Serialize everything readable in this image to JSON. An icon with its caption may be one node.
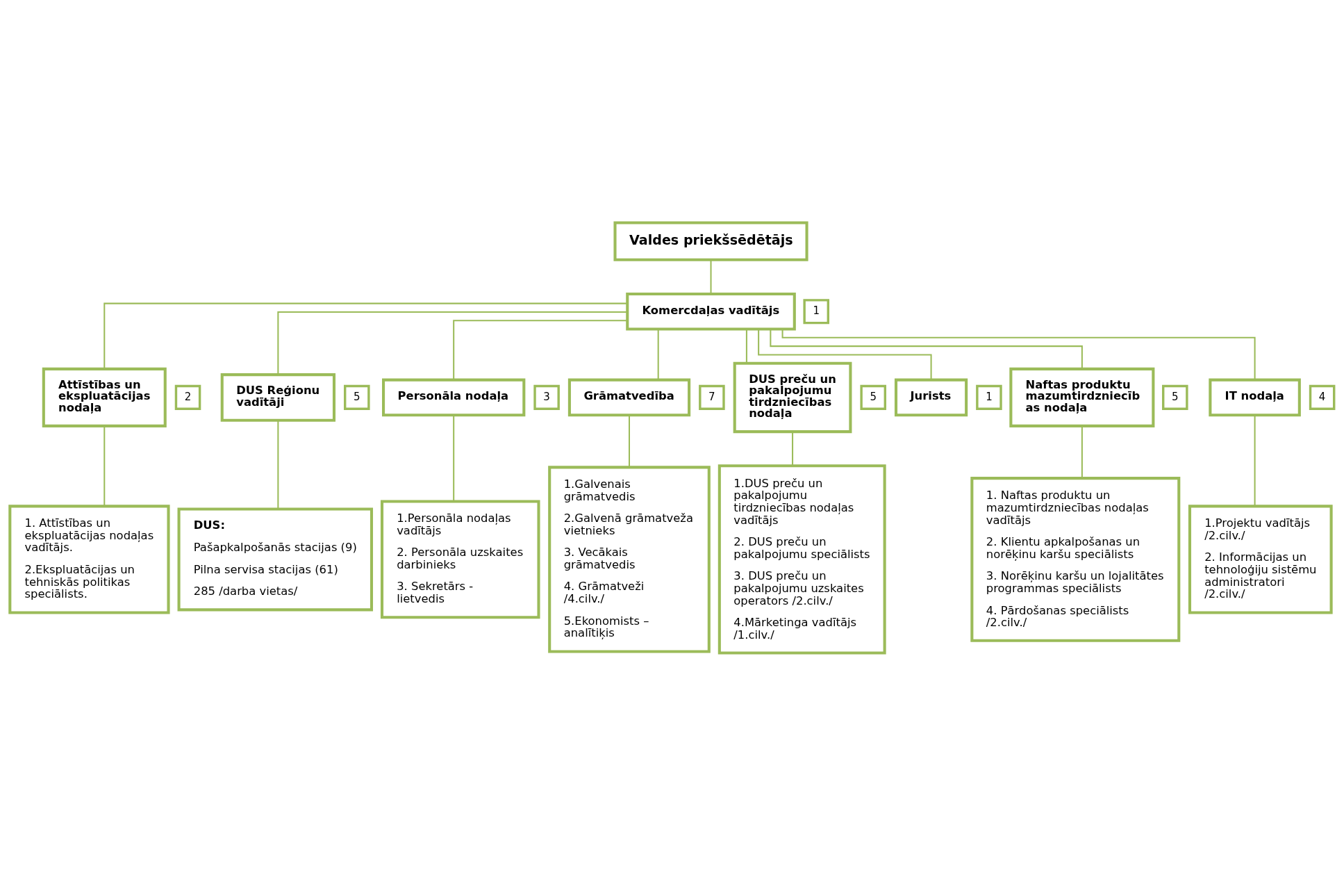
{
  "diagram": {
    "nodes": [
      {
        "text": [
          "Valdes priekšsēdētājs"
        ]
      },
      {
        "text": [
          "Komercdaļas vadītājs"
        ],
        "beside": [
          "1"
        ]
      },
      {
        "text": [
          "Attīstības un ekspluatācijas nodaļa"
        ],
        "beside": [
          "2"
        ]
      },
      {
        "text": [
          "DUS Reģionu vadītāji"
        ],
        "beside": [
          "5"
        ]
      },
      {
        "text": [
          "Personāla nodaļa"
        ],
        "beside": [
          "3"
        ]
      },
      {
        "text": [
          "Grāmatvedība"
        ],
        "beside": [
          "7"
        ]
      },
      {
        "text": [
          "DUS preču un pakalpojumu tirdzniecības nodaļa"
        ],
        "beside": [
          "5"
        ]
      },
      {
        "text": [
          "Jurists"
        ],
        "beside": [
          "1"
        ]
      },
      {
        "text": [
          "Naftas produktu mazumtirdzniecības nodaļa"
        ],
        "beside": [
          "5"
        ]
      },
      {
        "text": [
          "IT nodaļa"
        ],
        "beside": [
          "4"
        ]
      },
      {
        "text": [
          "1. Attīstības un ekspluatācijas nodaļas vadītājs.",
          "2.Ekspluatācijas un tehniskās politikas speciālists."
        ]
      },
      {
        "text": [
          "DUS:",
          "Pašapkalpošanās stacijas (9)",
          "Pilna servisa stacijas (61)",
          "285 /darba vietas/"
        ]
      },
      {
        "text": [
          "1.Personāla nodaļas vadītājs",
          "2. Personāla uzskaites darbinieks",
          "3. Sekretārs - lietvedis"
        ]
      },
      {
        "text": [
          "1.Galvenais grāmatvedis",
          "2.Galvenā grāmatveža vietnieks",
          "3. Vecākais grāmatvedis",
          "4. Grāmatveži /4.cilv./",
          "5.Ekonomists – analītiķis"
        ]
      },
      {
        "text": [
          "1.DUS preču un pakalpojumu tirdzniecības nodaļas vadītājs",
          "2. DUS preču un pakalpojumu speciālists",
          "3. DUS preču un pakalpojumu uzskaites operators /2.cilv./",
          "4.Mārketinga vadītājs /1.cilv./"
        ]
      },
      {
        "text": [
          "1. Naftas produktu un mazumtirdzniecības nodaļas vadītājs",
          "2. Klientu apkalpošanas un norēķinu karšu speciālists",
          "3. Norēķinu karšu un lojalitātes programmas speciālists",
          "4. Pārdošanas speciālists /2.cilv./"
        ]
      },
      {
        "text": [
          "1.Projektu vadītājs /2.cilv./",
          "2. Informācijas un tehnoloģiju sistēmu administratori /2.cilv./"
        ]
      }
    ],
    "edges": [
      {
        "from": 0,
        "to": 1,
        "arrow": "none"
      },
      {
        "from": 1,
        "to": 2,
        "arrow": "none"
      },
      {
        "from": 1,
        "to": 3,
        "arrow": "none"
      },
      {
        "from": 1,
        "to": 4,
        "arrow": "none"
      },
      {
        "from": 1,
        "to": 5,
        "arrow": "none"
      },
      {
        "from": 1,
        "to": 6,
        "arrow": "none"
      },
      {
        "from": 1,
        "to": 7,
        "arrow": "none"
      },
      {
        "from": 1,
        "to": 8,
        "arrow": "none"
      },
      {
        "from": 1,
        "to": 9,
        "arrow": "none"
      },
      {
        "from": 2,
        "to": 10,
        "arrow": "none"
      },
      {
        "from": 3,
        "to": 11,
        "arrow": "none"
      },
      {
        "from": 4,
        "to": 12,
        "arrow": "none"
      },
      {
        "from": 5,
        "to": 13,
        "arrow": "none"
      },
      {
        "from": 6,
        "to": 14,
        "arrow": "none"
      },
      {
        "from": 8,
        "to": 15,
        "arrow": "none"
      },
      {
        "from": 9,
        "to": 16,
        "arrow": "none"
      }
    ]
  }
}
